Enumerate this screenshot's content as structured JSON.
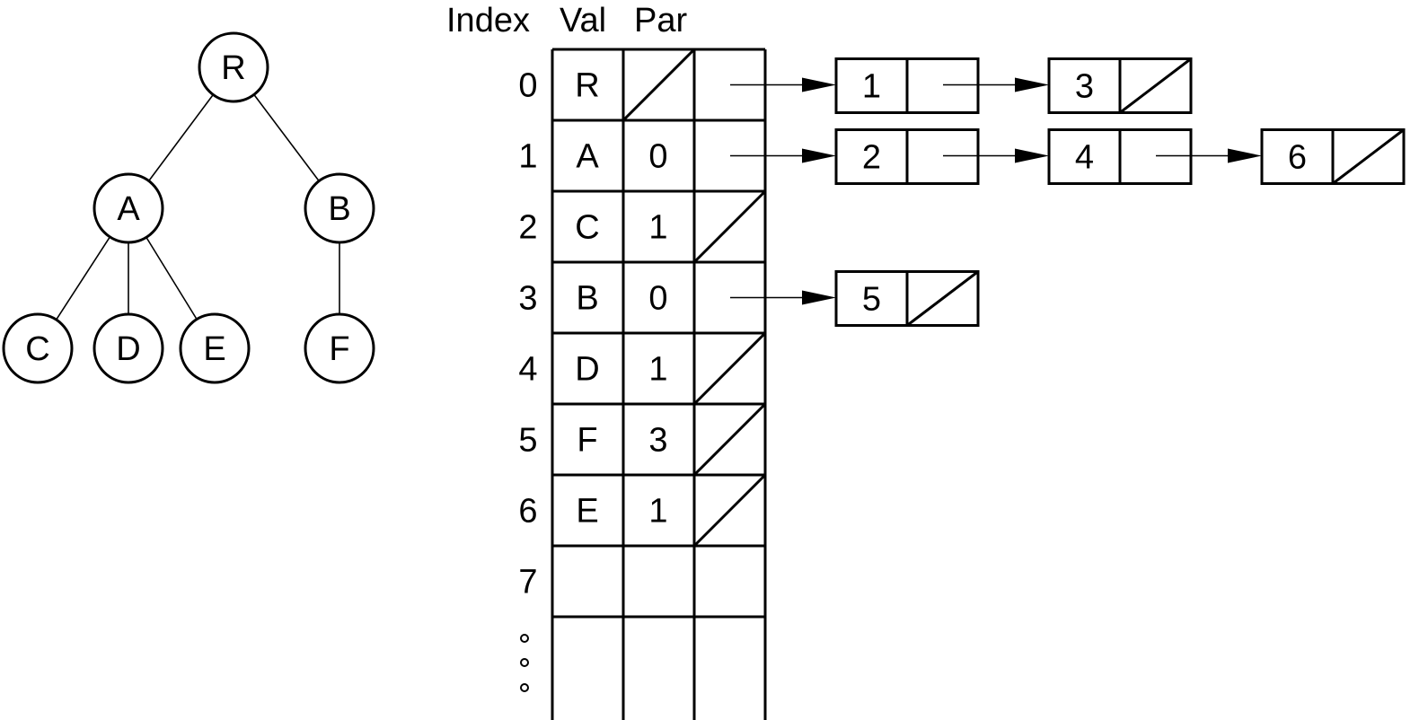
{
  "tree": {
    "nodes": [
      {
        "id": "R",
        "label": "R"
      },
      {
        "id": "A",
        "label": "A"
      },
      {
        "id": "B",
        "label": "B"
      },
      {
        "id": "C",
        "label": "C"
      },
      {
        "id": "D",
        "label": "D"
      },
      {
        "id": "E",
        "label": "E"
      },
      {
        "id": "F",
        "label": "F"
      }
    ],
    "edges": [
      [
        "R",
        "A"
      ],
      [
        "R",
        "B"
      ],
      [
        "A",
        "C"
      ],
      [
        "A",
        "D"
      ],
      [
        "A",
        "E"
      ],
      [
        "B",
        "F"
      ]
    ]
  },
  "table": {
    "headers": {
      "index": "Index",
      "val": "Val",
      "par": "Par"
    },
    "rows": [
      {
        "index": "0",
        "val": "R",
        "par": "",
        "par_null": true,
        "children": [
          "1",
          "3"
        ]
      },
      {
        "index": "1",
        "val": "A",
        "par": "0",
        "par_null": false,
        "children": [
          "2",
          "4",
          "6"
        ]
      },
      {
        "index": "2",
        "val": "C",
        "par": "1",
        "par_null": false,
        "children": []
      },
      {
        "index": "3",
        "val": "B",
        "par": "0",
        "par_null": false,
        "children": [
          "5"
        ]
      },
      {
        "index": "4",
        "val": "D",
        "par": "1",
        "par_null": false,
        "children": []
      },
      {
        "index": "5",
        "val": "F",
        "par": "3",
        "par_null": false,
        "children": []
      },
      {
        "index": "6",
        "val": "E",
        "par": "1",
        "par_null": false,
        "children": []
      },
      {
        "index": "7",
        "val": "",
        "par": "",
        "par_null": false,
        "children": null
      }
    ],
    "continuation": "ellipsis"
  }
}
